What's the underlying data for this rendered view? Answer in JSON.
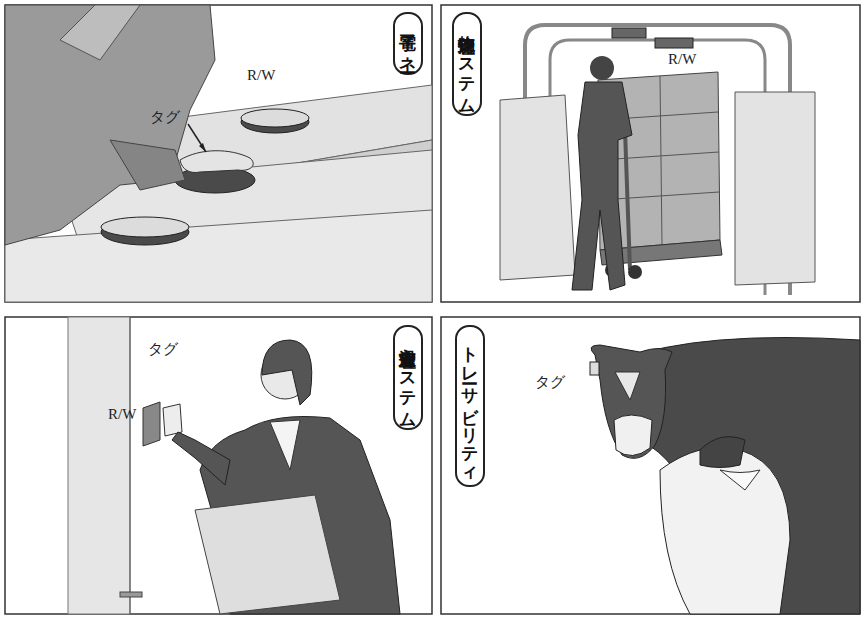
{
  "diagram": {
    "nodes": [
      {
        "text": [
          "電子マネー"
        ]
      },
      {
        "text": [
          "物流管理システム"
        ]
      },
      {
        "text": [
          "入退室管理システム"
        ]
      },
      {
        "text": [
          "トレーサビリティ"
        ]
      }
    ],
    "labels": [
      "R/W",
      "タグ",
      "R/W",
      "タグ",
      "R/W",
      "タグ"
    ]
  }
}
